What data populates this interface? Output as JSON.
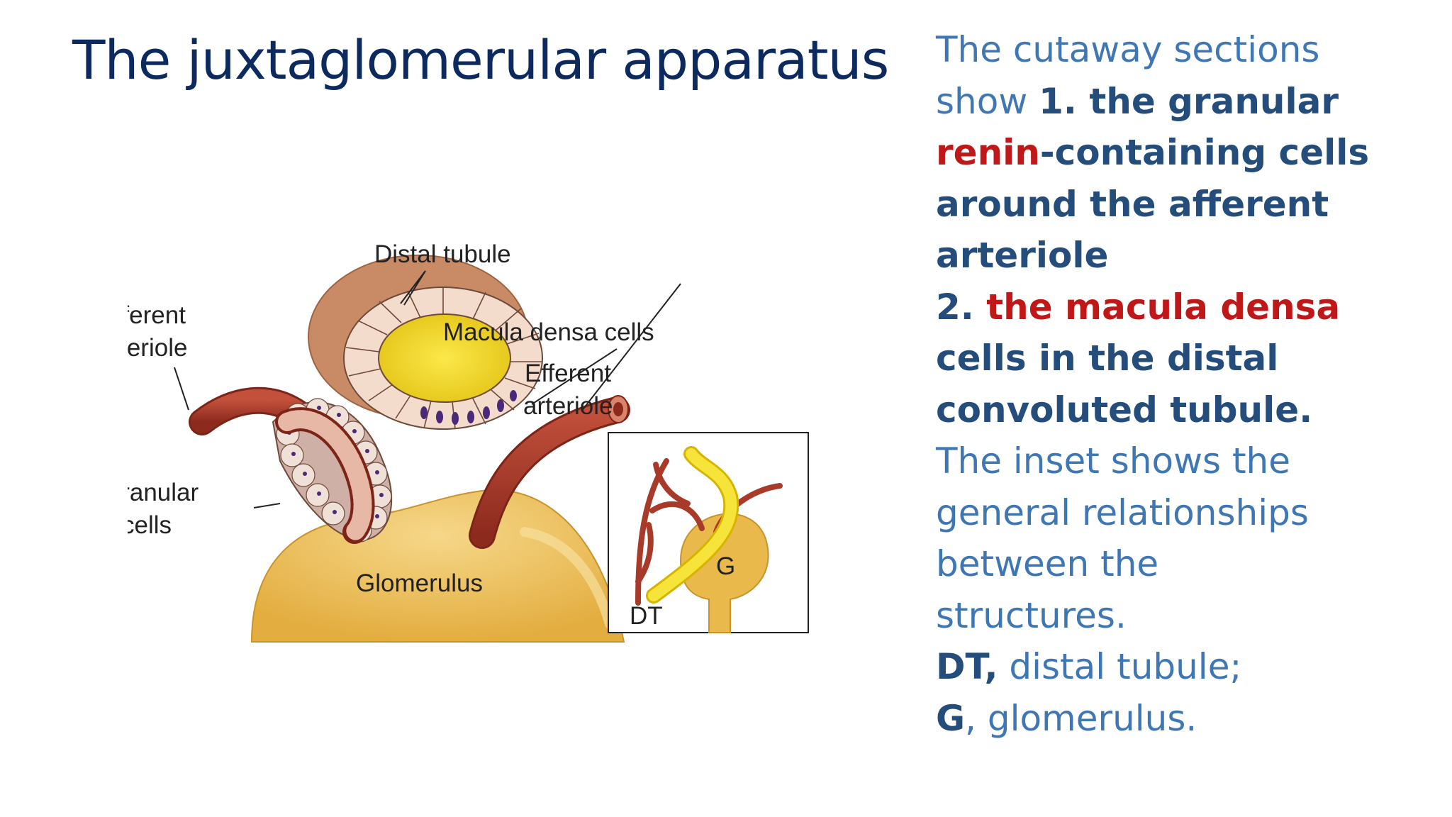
{
  "slide": {
    "title": "The juxtaglomerular apparatus"
  },
  "figure": {
    "labels": {
      "distal_tubule": "Distal tubule",
      "afferent_1": "Afferent",
      "afferent_2": "arteriole",
      "macula_densa": "Macula densa cells",
      "efferent_1": "Efferent",
      "efferent_2": "arteriole",
      "granular_1": "Granular",
      "granular_2": "cells",
      "glomerulus": "Glomerulus",
      "inset_g": "G",
      "inset_dt": "DT"
    },
    "colors": {
      "glomerulus": "#e9b94c",
      "arteriole": "#a83a2a",
      "tubule_wall": "#c98a66",
      "lumen": "#f2d21c",
      "nucleus": "#4a2a78"
    }
  },
  "notes": {
    "l1": "The cutaway sections",
    "l2a": "show ",
    "l2b": "1. the granular",
    "l3a": "renin",
    "l3b": "-containing cells",
    "l4": "around the afferent",
    "l5": "arteriole",
    "l6a": "2. ",
    "l6b": "the macula densa",
    "l7": "cells in the distal",
    "l8": "convoluted tubule.",
    "l9": "The inset shows the",
    "l10": "general relationships",
    "l11": "between the",
    "l12": "structures.",
    "l13a": "DT,",
    "l13b": " distal tubule;",
    "l14a": "G",
    "l14b": ", glomerulus."
  }
}
